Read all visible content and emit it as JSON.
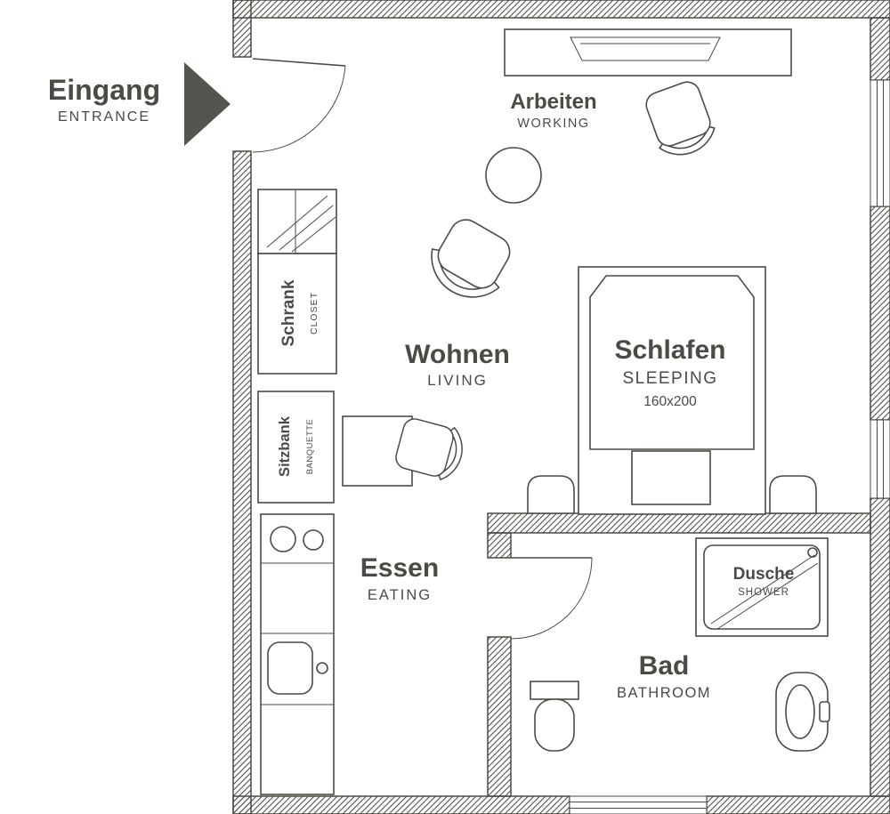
{
  "colors": {
    "line": "#4b4a44",
    "text": "#4b4a44",
    "arrow": "#55544e",
    "background": "#ffffff"
  },
  "icons": {
    "entrance_arrow": "right-pointing-triangle"
  },
  "labels": {
    "entrance": {
      "de": "Eingang",
      "en": "ENTRANCE"
    },
    "working": {
      "de": "Arbeiten",
      "en": "WORKING"
    },
    "living": {
      "de": "Wohnen",
      "en": "LIVING"
    },
    "sleeping": {
      "de": "Schlafen",
      "en": "SLEEPING",
      "dim": "160x200"
    },
    "eating": {
      "de": "Essen",
      "en": "EATING"
    },
    "bathroom": {
      "de": "Bad",
      "en": "BATHROOM"
    },
    "shower": {
      "de": "Dusche",
      "en": "SHOWER"
    },
    "closet": {
      "de": "Schrank",
      "en": "CLOSET"
    },
    "banquette": {
      "de": "Sitzbank",
      "en": "BANQUETTE"
    }
  }
}
